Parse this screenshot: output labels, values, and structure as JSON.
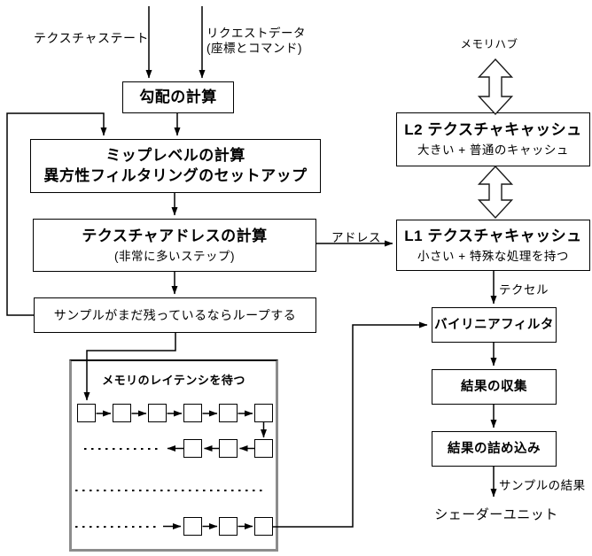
{
  "diagram": {
    "top_inputs": {
      "texture_state_label": "テクスチャステート",
      "request_data_label_line1": "リクエストデータ",
      "request_data_label_line2": "(座標とコマンド)"
    },
    "left_column": {
      "gradient_box": "勾配の計算",
      "mip_box_line1": "ミップレベルの計算",
      "mip_box_line2": "異方性フィルタリングのセットアップ",
      "address_box_title": "テクスチャアドレスの計算",
      "address_box_subtitle": "(非常に多いステップ)",
      "loop_box": "サンプルがまだ残っているならループする",
      "latency_box_title": "メモリのレイテンシを待つ",
      "latency_fifo": {
        "row1_squares": 6,
        "row2_squares": 3,
        "row3_dotted_only": true,
        "row4_squares": 3
      }
    },
    "right_column": {
      "memory_hub_label": "メモリハブ",
      "l2_box_title": "L2 テクスチャキャッシュ",
      "l2_box_subtitle": "大きい + 普通のキャッシュ",
      "l1_box_title": "L1 テクスチャキャッシュ",
      "l1_box_subtitle": "小さい + 特殊な処理を持つ",
      "bilinear_box": "バイリニアフィルタ",
      "collect_box": "結果の収集",
      "pack_box": "結果の詰め込み",
      "shader_unit_label": "シェーダーユニット"
    },
    "edge_labels": {
      "address": "アドレス",
      "texel": "テクセル",
      "sample_result": "サンプルの結果"
    },
    "colors": {
      "line": "#000000",
      "box_border": "#000000",
      "box_fill": "#ffffff",
      "latency_border": "#8c8c8c",
      "background": "#ffffff",
      "text": "#000000"
    }
  }
}
